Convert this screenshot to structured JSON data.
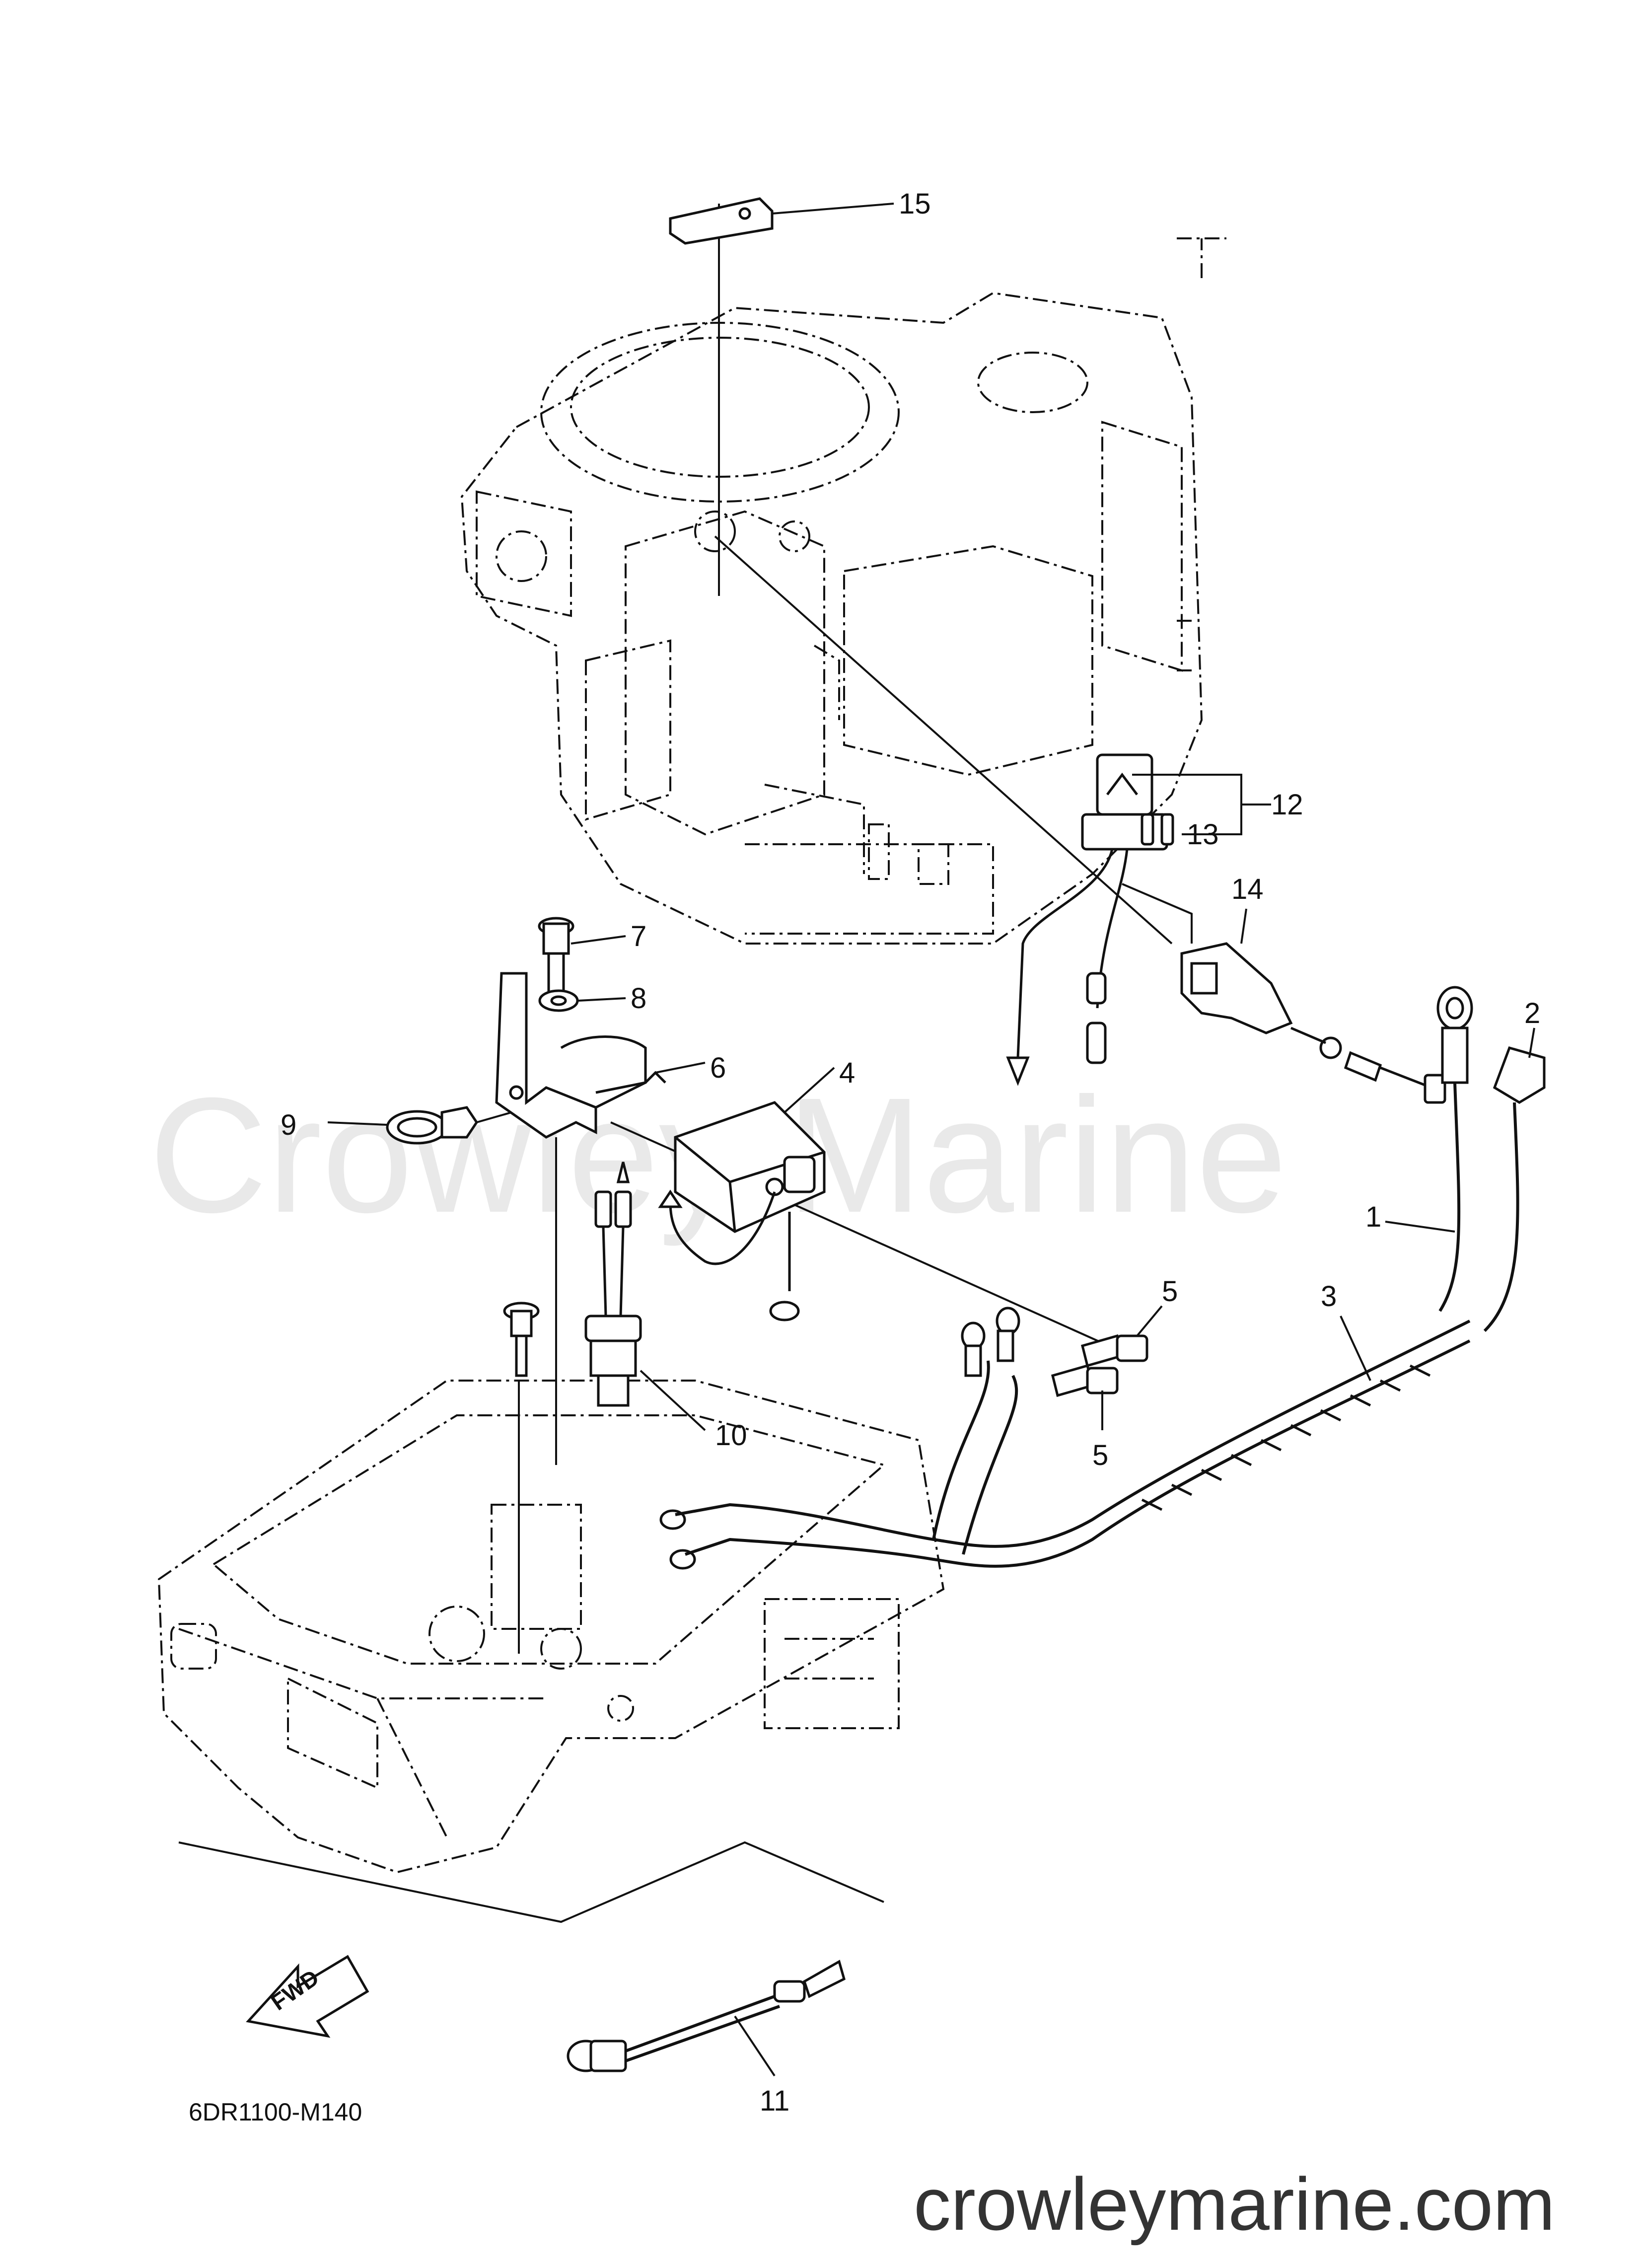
{
  "diagram": {
    "drawing_code": "6DR1100-M140",
    "fwd_label": "FWD",
    "watermark": "Crowley Marine",
    "site_footer": "crowleymarine.com"
  },
  "callouts": {
    "c1": "1",
    "c2": "2",
    "c3": "3",
    "c4": "4",
    "c5a": "5",
    "c5b": "5",
    "c6": "6",
    "c7": "7",
    "c8": "8",
    "c9": "9",
    "c10": "10",
    "c11": "11",
    "c12": "12",
    "c13": "13",
    "c14": "14",
    "c15": "15"
  }
}
